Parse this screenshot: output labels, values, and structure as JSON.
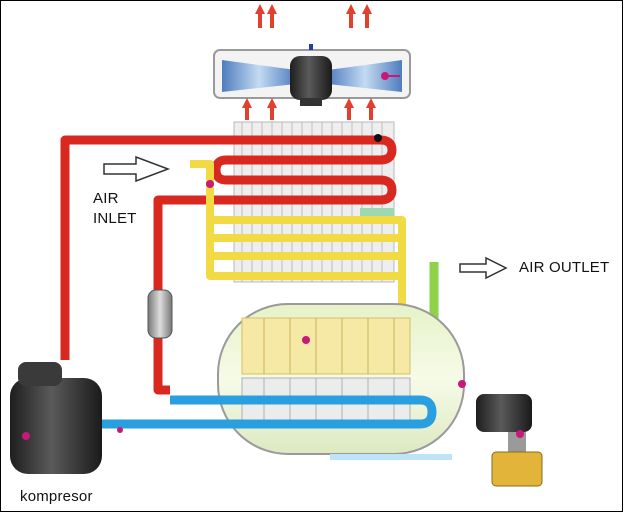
{
  "labels": {
    "air_inlet_line1": "AIR",
    "air_inlet_line2": "INLET",
    "air_outlet": "AIR OUTLET",
    "compressor": "kompresor"
  },
  "colors": {
    "hot_refrigerant": "#d8281f",
    "cold_refrigerant": "#2a9fe0",
    "air_yellow": "#f2da45",
    "air_green": "#8ed24a",
    "sensor_magenta": "#c8187a",
    "exhaust_arrow": "#e0402c"
  },
  "icons": [
    "fan-icon",
    "compressor-icon",
    "drain-valve-icon",
    "arrow-right-icon",
    "exhaust-arrow-icon"
  ]
}
